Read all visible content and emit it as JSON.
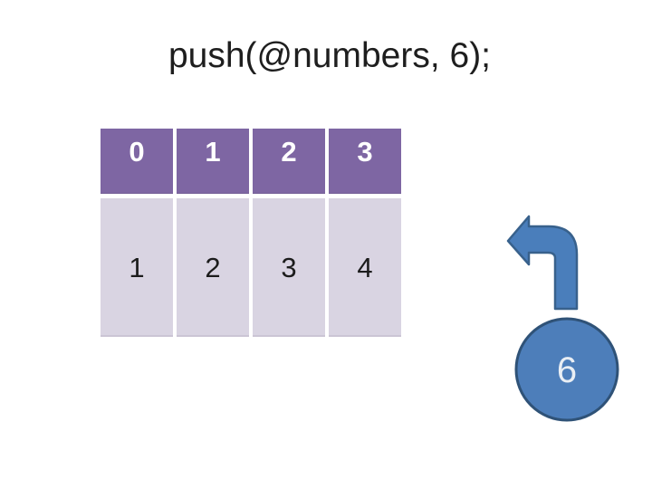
{
  "slide": {
    "title": "push(@numbers, 6);"
  },
  "array_table": {
    "header_cells": [
      "0",
      "1",
      "2",
      "3"
    ],
    "body_cells": [
      "1",
      "2",
      "3",
      "4"
    ]
  },
  "push_annotation": {
    "value": "6",
    "arrow_icon": "bent-up-left-arrow-icon",
    "circle_icon": "value-circle"
  },
  "colors": {
    "title_text": "#1E1E1E",
    "header_bg": "#7E66A3",
    "header_text": "#FFFFFF",
    "body_bg": "#D9D4E2",
    "body_text": "#1C1C1C",
    "body_cell_edge": "#CBC5D5",
    "arrow_fill": "#4A7EBB",
    "arrow_stroke": "#38618C",
    "circle_fill": "#4D7EBA",
    "circle_stroke": "#2F5277",
    "circle_text": "#E9EEF4",
    "background": "#FFFFFF"
  }
}
